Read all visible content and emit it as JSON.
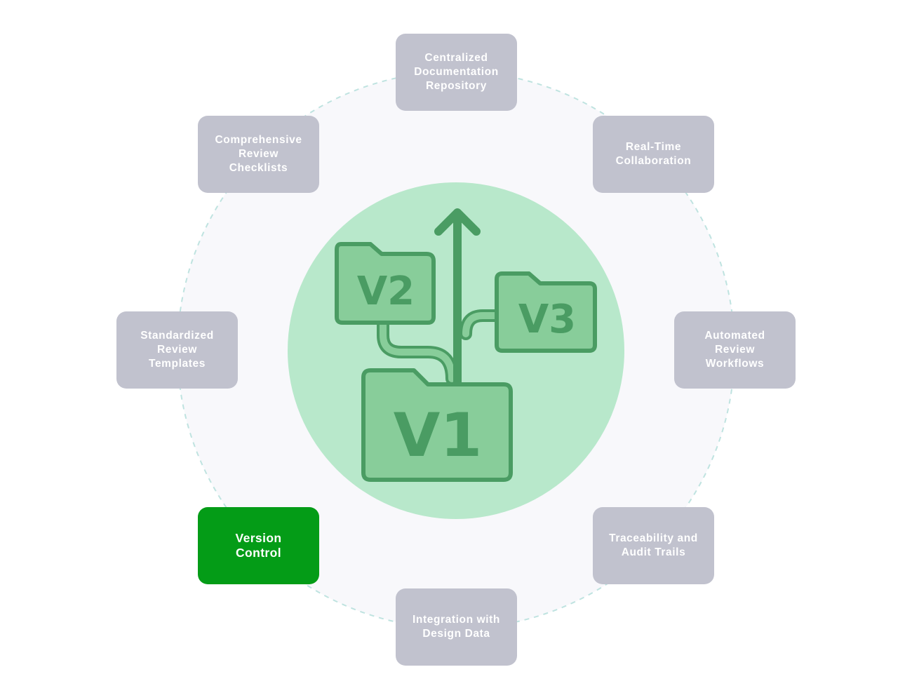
{
  "diagram": {
    "center_icon": "version-branch-folders-icon",
    "center": {
      "v1": "V1",
      "v2": "V2",
      "v3": "V3"
    },
    "nodes": {
      "top": "Centralized\nDocumentation\nRepository",
      "top_right": "Real-Time\nCollaboration",
      "right": "Automated\nReview\nWorkflows",
      "bottom_right": "Traceability and\nAudit Trails",
      "bottom": "Integration with\nDesign Data",
      "bottom_left": "Version\nControl",
      "left": "Standardized\nReview\nTemplates",
      "top_left": "Comprehensive\nReview\nChecklists"
    },
    "active_node": "bottom_left"
  },
  "colors": {
    "node_background": "#c1c2ce",
    "node_active": "#049c17",
    "ring_fill": "#f8f8fb",
    "ring_dash": "#bfe3e0",
    "center_circle": "#b8e8cb",
    "folder_fill": "#88cd9a",
    "folder_stroke": "#4a9c63"
  }
}
